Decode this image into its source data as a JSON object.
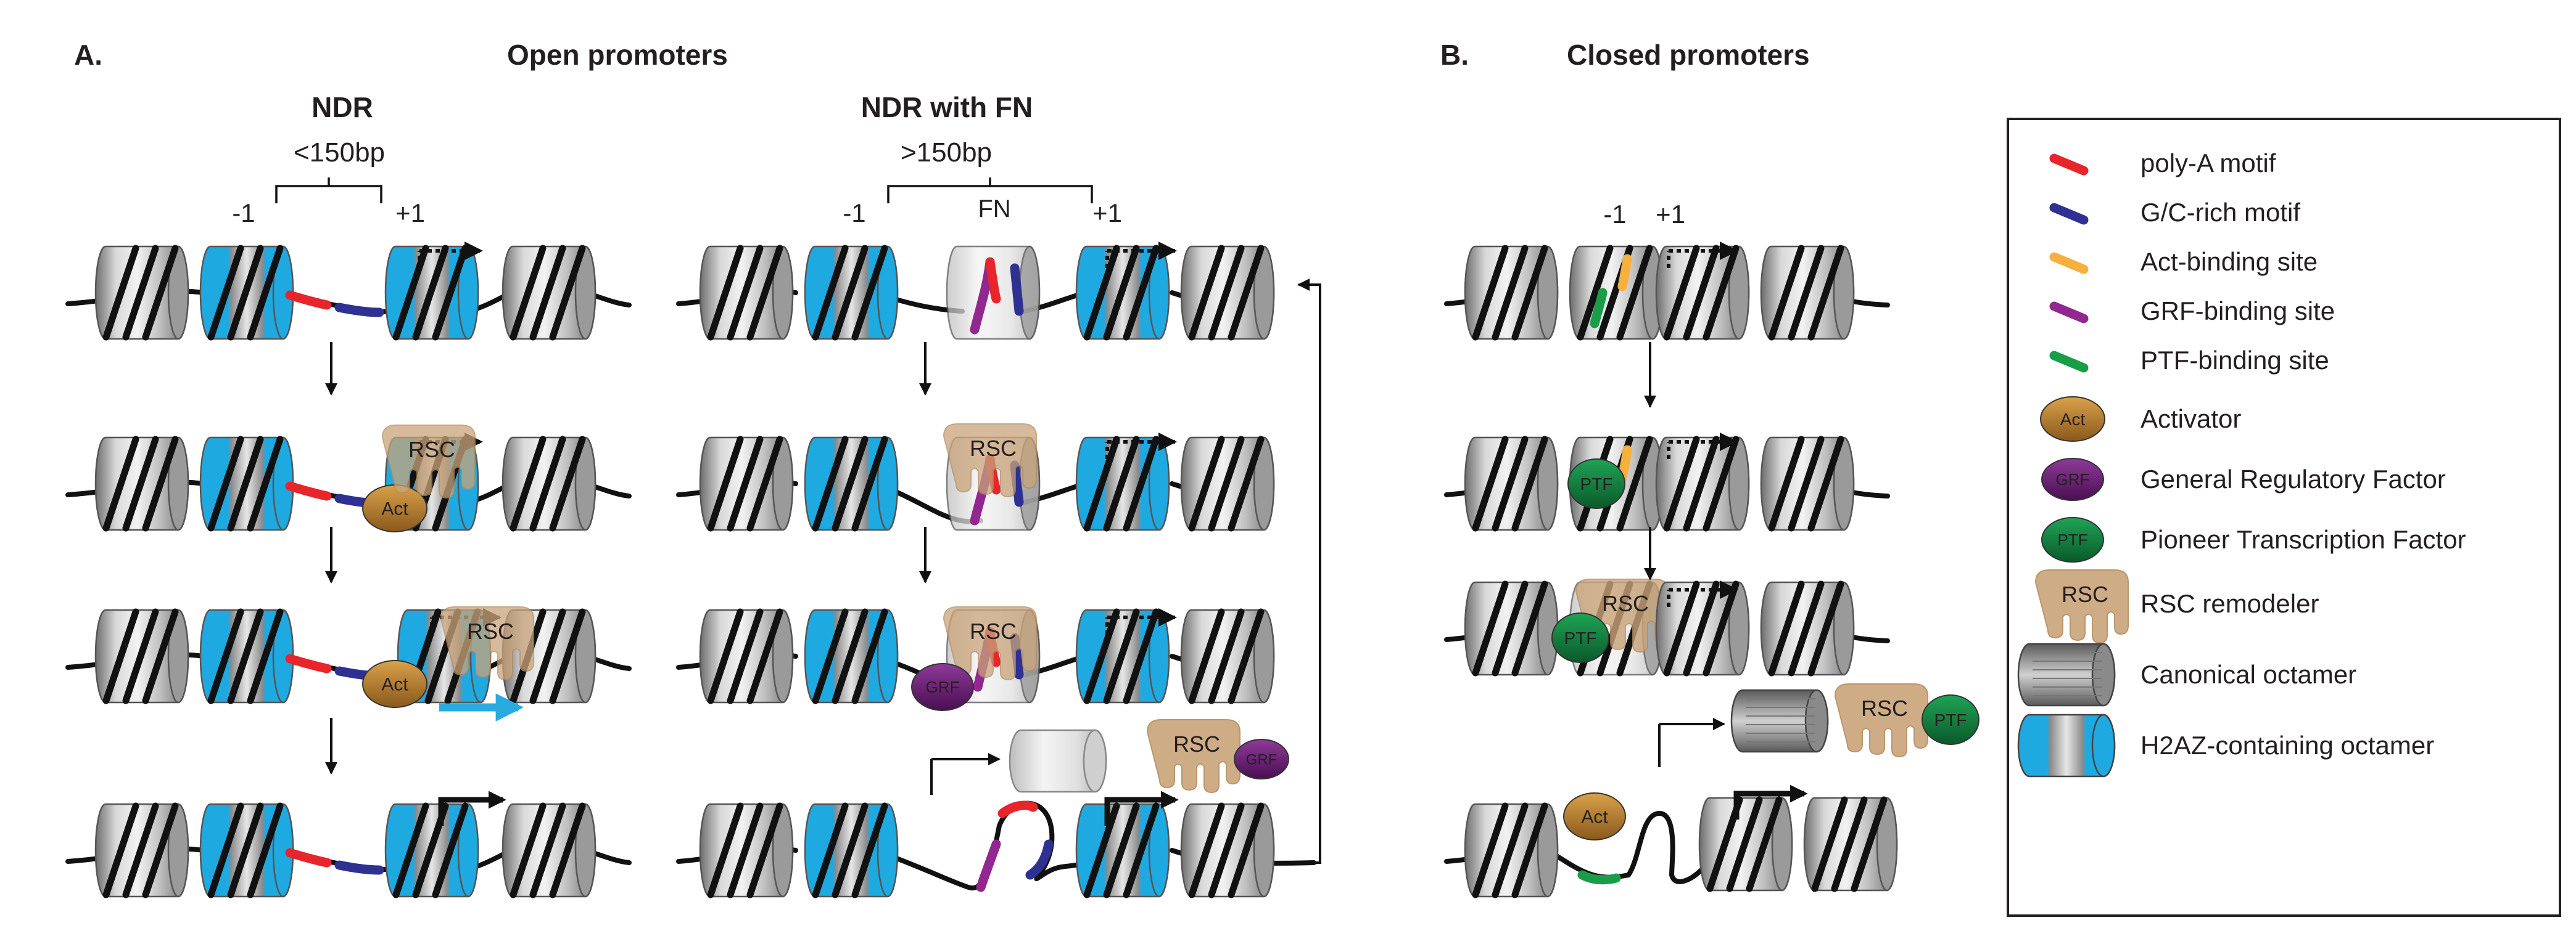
{
  "panels": {
    "a": {
      "letter": "A.",
      "title": "Open promoters",
      "ndr_title": "NDR",
      "ndr_fn_title": "NDR with FN"
    },
    "b": {
      "letter": "B.",
      "title": "Closed promoters"
    }
  },
  "brackets": {
    "short": "<150bp",
    "long": ">150bp",
    "fn": "FN"
  },
  "positions": {
    "minus1": "-1",
    "plus1": "+1"
  },
  "protein_labels": {
    "act": "Act",
    "rsc": "RSC",
    "grf": "GRF",
    "ptf": "PTF"
  },
  "legend": {
    "items": [
      {
        "icon": "poly-a-motif",
        "label": "poly-A motif"
      },
      {
        "icon": "gc-rich-motif",
        "label": "G/C-rich motif"
      },
      {
        "icon": "act-binding-site",
        "label": "Act-binding site"
      },
      {
        "icon": "grf-binding-site",
        "label": "GRF-binding site"
      },
      {
        "icon": "ptf-binding-site",
        "label": "PTF-binding site"
      },
      {
        "icon": "activator",
        "label": "Activator"
      },
      {
        "icon": "general-regulatory-factor",
        "label": "General Regulatory Factor"
      },
      {
        "icon": "pioneer-transcription-factor",
        "label": "Pioneer Transcription Factor"
      },
      {
        "icon": "rsc-remodeler",
        "label": "RSC remodeler"
      },
      {
        "icon": "canonical-octamer",
        "label": "Canonical octamer"
      },
      {
        "icon": "h2az-octamer",
        "label": "H2AZ-containing octamer"
      }
    ]
  },
  "colors": {
    "poly_a": "#e8252b",
    "gc_rich": "#2e3192",
    "act_site": "#f7b03d",
    "grf_site": "#92278f",
    "ptf_site": "#1a9d49",
    "h2az": "#1fa9e1",
    "canonical": "#b3b3b3",
    "activator": "#b07a2a",
    "grf": "#6a1b73",
    "ptf": "#0f7a3a",
    "rsc": "#c9a47a",
    "shift_arrow": "#29abe2"
  }
}
